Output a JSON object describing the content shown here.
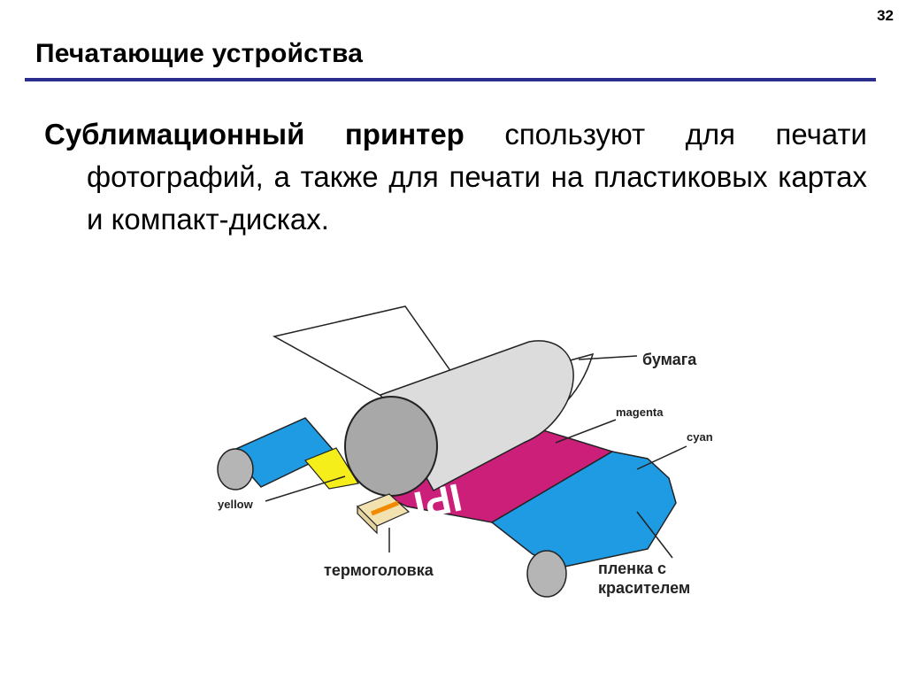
{
  "slide": {
    "page_number": "32",
    "title": "Печатающие устройства",
    "body": {
      "term": "Сублимационный принтер",
      "text": " спользуют для печати фотографий, а также для печати на пластиковых картах и компакт-дисках."
    }
  },
  "diagram": {
    "labels": {
      "paper": "бумага",
      "magenta": "magenta",
      "cyan": "cyan",
      "yellow": "yellow",
      "thermal_head": "термоголовка",
      "dye_film_line1": "пленка с",
      "dye_film_line2": "красителем"
    },
    "print_sample": "IPI",
    "colors": {
      "title_rule": "#2b2e8c",
      "magenta": "#cc1f7a",
      "cyan": "#1e9be3",
      "yellow": "#f6ee1a",
      "roller": "#b5b5b5"
    }
  }
}
